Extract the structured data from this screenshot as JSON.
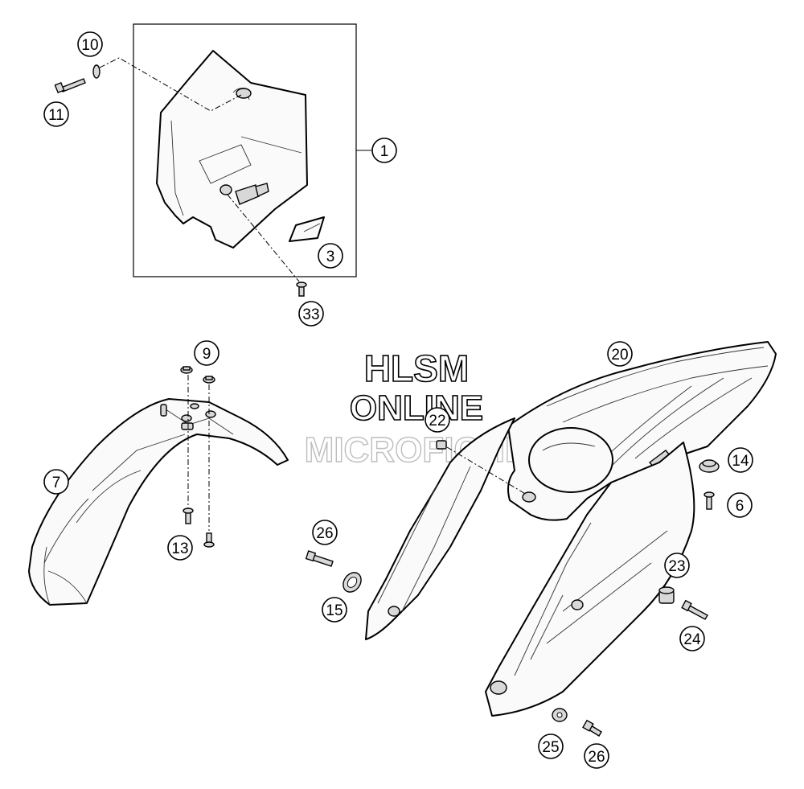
{
  "watermark": {
    "line1": "HLSM",
    "line2": "ONLINE",
    "line3": "MICROFICHE"
  },
  "callouts": [
    {
      "id": "c10",
      "label": "10"
    },
    {
      "id": "c11",
      "label": "11"
    },
    {
      "id": "c1",
      "label": "1"
    },
    {
      "id": "c3",
      "label": "3"
    },
    {
      "id": "c33",
      "label": "33"
    },
    {
      "id": "c9",
      "label": "9"
    },
    {
      "id": "c7",
      "label": "7"
    },
    {
      "id": "c13",
      "label": "13"
    },
    {
      "id": "c20",
      "label": "20"
    },
    {
      "id": "c22",
      "label": "22"
    },
    {
      "id": "c14",
      "label": "14"
    },
    {
      "id": "c6",
      "label": "6"
    },
    {
      "id": "c26a",
      "label": "26"
    },
    {
      "id": "c15",
      "label": "15"
    },
    {
      "id": "c23",
      "label": "23"
    },
    {
      "id": "c24",
      "label": "24"
    },
    {
      "id": "c25",
      "label": "25"
    },
    {
      "id": "c26b",
      "label": "26"
    }
  ]
}
